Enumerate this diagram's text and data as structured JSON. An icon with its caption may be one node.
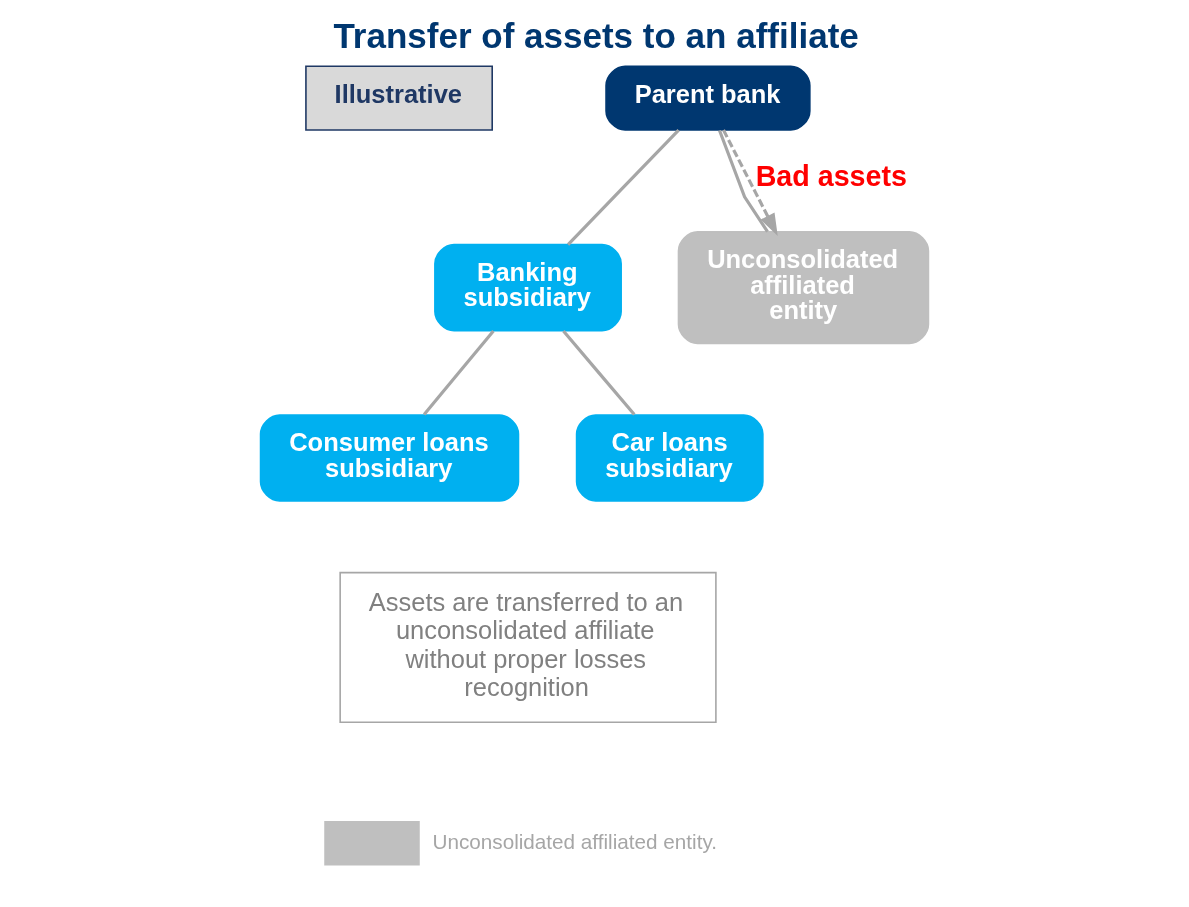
{
  "diagram": {
    "title": "Transfer of assets to an affiliate",
    "nodes": [
      {
        "text": [
          "Parent bank"
        ]
      },
      {
        "text": [
          "Banking subsidiary"
        ]
      },
      {
        "text": [
          "Unconsolidated affiliated entity"
        ]
      },
      {
        "text": [
          "Consumer loans subsidiary"
        ]
      },
      {
        "text": [
          "Car loans subsidiary"
        ]
      },
      {
        "text": [
          "Assets are transferred to an unconsolidated affiliate without proper losses recognition"
        ]
      },
      {
        "text": [
          "Illustrative"
        ]
      }
    ],
    "edges": [
      {
        "from": 0,
        "to": 1,
        "arrow": "none"
      },
      {
        "from": 0,
        "to": 2,
        "arrow": "none"
      },
      {
        "from": 1,
        "to": 3,
        "arrow": "none"
      },
      {
        "from": 1,
        "to": 4,
        "arrow": "none"
      },
      {
        "from": 0,
        "to": 2,
        "arrow": "to",
        "style": "dashed",
        "label": "Bad assets"
      }
    ],
    "legend": [
      {
        "text": "Unconsolidated affiliated entity.",
        "color": "#bfbfbf"
      }
    ]
  }
}
